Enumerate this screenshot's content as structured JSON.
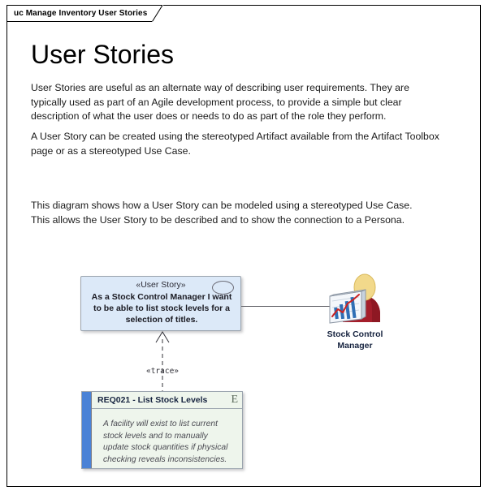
{
  "frame": {
    "tab_label": "uc Manage Inventory User Stories"
  },
  "heading": "User Stories",
  "paragraphs": {
    "p1": "User Stories are useful as an alternate way of describing user requirements.  They are\ntypically used as part of an Agile development process, to provide a simple but clear\ndescription of what the user does or needs to do as part of the role they perform.",
    "p2": "A User Story can be created using the stereotyped Artifact available from the Artifact Toolbox\npage or as a stereotyped Use Case.",
    "p3": "This diagram shows how a User Story can be modeled using a stereotyped Use Case.\nThis allows the User Story to be described and to show the connection to a Persona."
  },
  "usecase": {
    "stereotype": "«User Story»",
    "text": "As a Stock Control Manager I want\nto be able to list stock levels for a\nselection of titles.",
    "fill_color": "#dce9f8",
    "border_color": "#9aa3ad"
  },
  "persona": {
    "label": "Stock Control\nManager",
    "body_color": "#a41e2b",
    "head_color": "#f2d98b",
    "chart_bar_color": "#2f6fb5",
    "chart_line_color": "#cc2222"
  },
  "connectors": {
    "trace_label": "«trace»",
    "association_color": "#59595f",
    "trace_color": "#33333a"
  },
  "requirement": {
    "title": "REQ021 - List Stock Levels",
    "icon_letter": "E",
    "description": "A facility will exist to list current\nstock levels and to manually\nupdate stock quantities if physical\nchecking reveals inconsistencies.",
    "bar_color": "#4a82d6",
    "fill_color": "#eef5ec"
  }
}
